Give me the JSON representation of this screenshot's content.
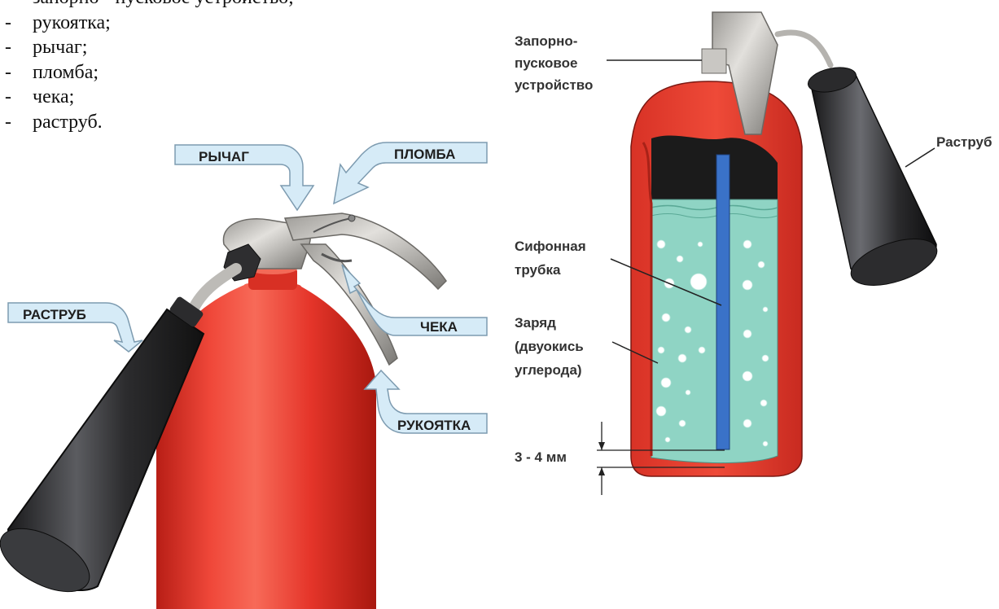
{
  "parts_list": [
    "запорно - пусковое устройство;",
    "рукоятка;",
    "рычаг;",
    "пломба;",
    "чека;",
    "раструб."
  ],
  "left_callouts": {
    "lever": "РЫЧАГ",
    "seal": "ПЛОМБА",
    "horn": "РАСТРУБ",
    "pin": "ЧЕКА",
    "handle": "РУКОЯТКА"
  },
  "right_labels": {
    "valve_line1": "Запорно-",
    "valve_line2": "пусковое",
    "valve_line3": "устройство",
    "horn": "Раструб",
    "siphon_line1": "Сифонная",
    "siphon_line2": "трубка",
    "charge_line1": "Заряд",
    "charge_line2": "(двуокись",
    "charge_line3": "углерода)",
    "gap": "3 - 4 мм"
  },
  "colors": {
    "body_red": "#e8352a",
    "cone_dark": "#2e2e30",
    "callout_fill": "#d6ebf7",
    "liquid": "#8fd4c4",
    "siphon_blue": "#3a72c8"
  }
}
